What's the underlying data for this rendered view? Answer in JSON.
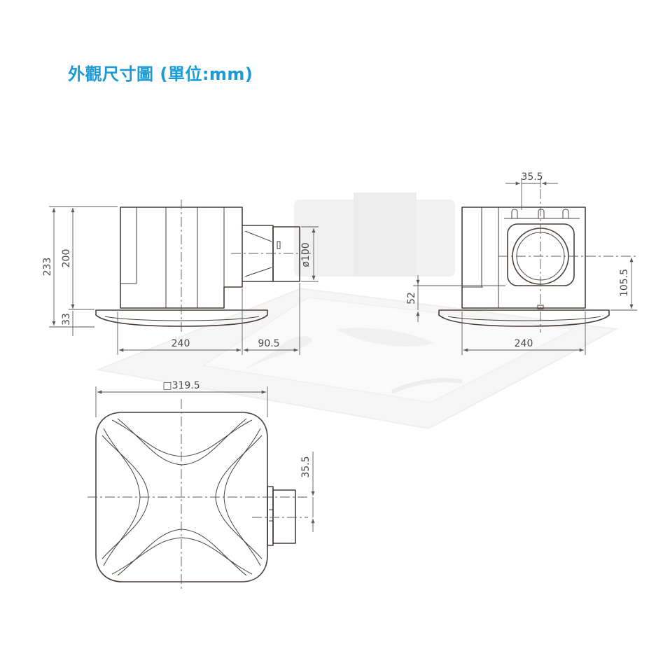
{
  "title": "外觀尺寸圖 (單位:mm)",
  "colors": {
    "title": "#1a9ad6",
    "line": "#4a3f3a",
    "dimension": "#5a5a5a",
    "background_product": "#e4e4e4"
  },
  "dimensions": {
    "front_total_height": "233",
    "front_body_height": "200",
    "front_panel_height": "33",
    "front_width": "240",
    "duct_protrusion": "90.5",
    "duct_diameter": "ø100",
    "side_offset_top": "35.5",
    "side_duct_height": "52",
    "side_duct_center": "105.5",
    "side_width": "240",
    "panel_size": "□319.5",
    "bottom_duct_offset": "35.5"
  }
}
